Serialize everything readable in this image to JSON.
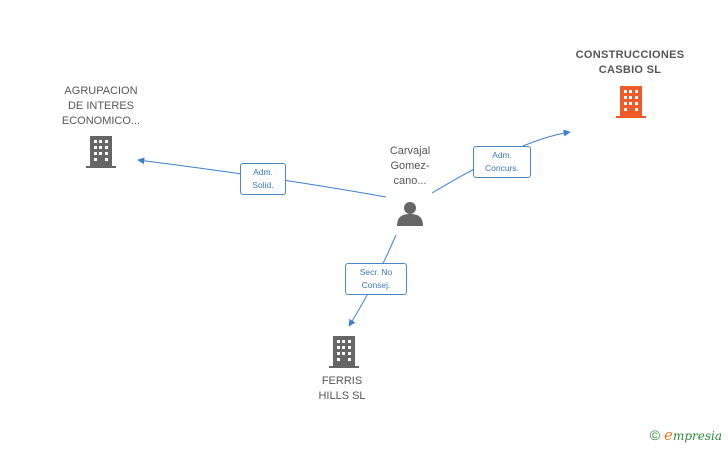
{
  "person": {
    "name": "Carvajal\nGomez-\ncano...",
    "icon": "person-icon"
  },
  "companies": [
    {
      "id": "agrupacion",
      "name": "AGRUPACION\nDE INTERES\nECONOMICO...",
      "icon": "building-icon",
      "color": "#666666"
    },
    {
      "id": "construcciones",
      "name": "CONSTRUCCIONES\nCASBIO SL",
      "icon": "building-icon",
      "color": "#f05a28"
    },
    {
      "id": "ferris",
      "name": "FERRIS\nHILLS SL",
      "icon": "building-icon",
      "color": "#666666"
    }
  ],
  "relations": [
    {
      "to": "agrupacion",
      "label": "Adm.\nSolid."
    },
    {
      "to": "construcciones",
      "label": "Adm.\nConcurs."
    },
    {
      "to": "ferris",
      "label": "Secr.  No\nConsej."
    }
  ],
  "colors": {
    "edge": "#3b7fd0",
    "accent": "#f05a28",
    "building": "#666666"
  },
  "brand": {
    "copyright": "©",
    "name_first": "e",
    "name_rest": "mpresia"
  }
}
